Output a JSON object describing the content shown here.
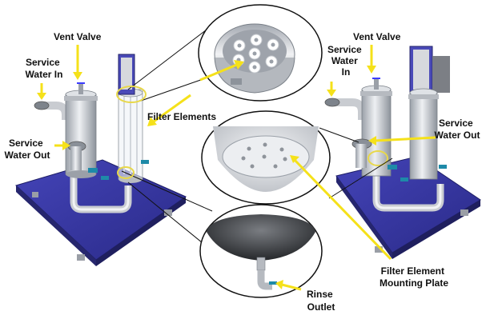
{
  "labels": {
    "vent_valve_left": "Vent Valve",
    "service_water_in_left": [
      "Service",
      "Water In"
    ],
    "service_water_out_left": [
      "Service",
      "Water Out"
    ],
    "filter_elements": "Filter Elements",
    "vent_valve_right": "Vent Valve",
    "service_water_in_right": [
      "Service",
      "Water",
      "In"
    ],
    "service_water_out_right": [
      "Service",
      "Water Out"
    ],
    "filter_element_mounting_plate": [
      "Filter Element",
      "Mounting Plate"
    ],
    "rinse_outlet": [
      "Rinse",
      "Outlet"
    ]
  },
  "colors": {
    "skid_blue": "#3a3aa8",
    "arrow_yellow": "#f5e11a",
    "steel_gray": "#c9ccd1",
    "callout_ring": "#e8d84a"
  }
}
